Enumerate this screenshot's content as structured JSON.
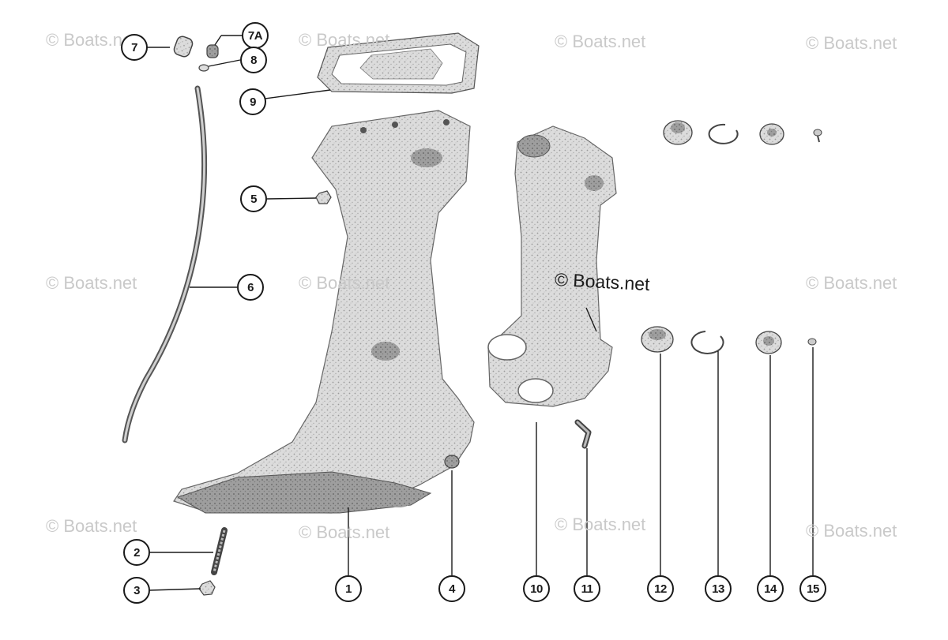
{
  "watermark": "© Boats.net",
  "watermark_main": "© Boats.net",
  "callouts": {
    "c1": "1",
    "c2": "2",
    "c3": "3",
    "c4": "4",
    "c5": "5",
    "c6": "6",
    "c7": "7",
    "c7a": "7A",
    "c8": "8",
    "c9": "9",
    "c10": "10",
    "c11": "11",
    "c12": "12",
    "c13": "13",
    "c14": "14",
    "c15": "15"
  },
  "colors": {
    "ink": "#1a1a1a",
    "part_fill": "#d9d9d9",
    "watermark": "#c9c9c9"
  }
}
